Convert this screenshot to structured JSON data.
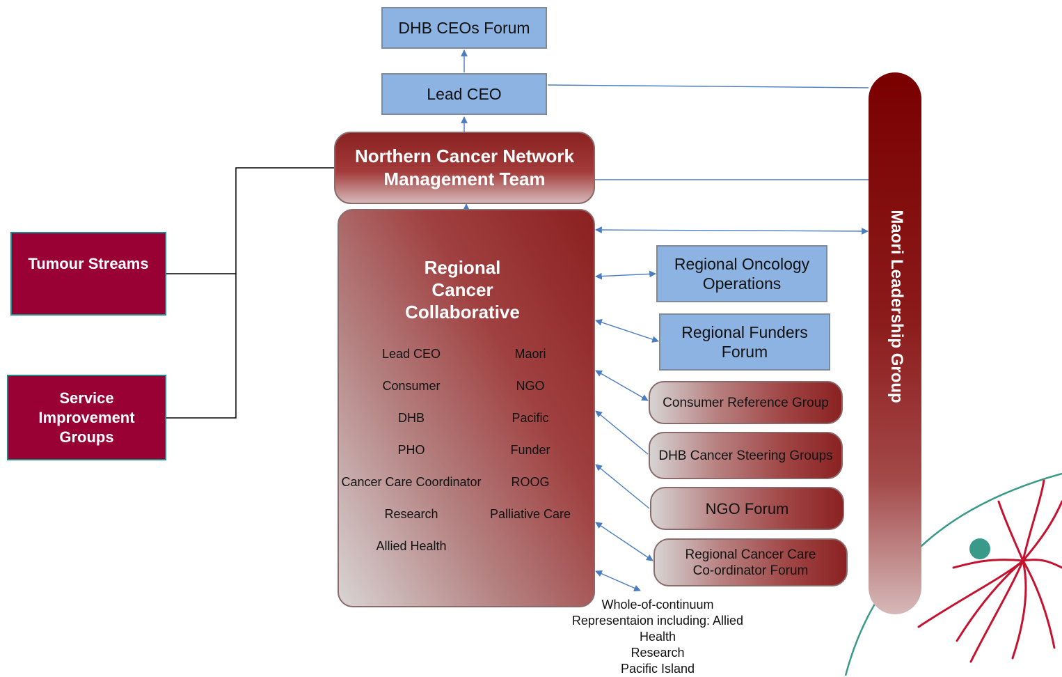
{
  "boxes": {
    "dhb_ceos_forum": "DHB CEOs Forum",
    "lead_ceo": "Lead CEO",
    "nmt_line1": "Northern Cancer Network",
    "nmt_line2": "Management Team",
    "tumour_streams": "Tumour Streams",
    "sig_line1": "Service",
    "sig_line2": "Improvement",
    "sig_line3": "Groups",
    "rco_line1": "Regional Oncology",
    "rco_line2": "Operations",
    "regional_funders_forum": "Regional Funders Forum",
    "consumer_reference_group": "Consumer Reference Group",
    "dhb_cancer_steering_groups": "DHB Cancer Steering Groups",
    "ngo_forum": "NGO Forum",
    "rccf_line1": "Regional Cancer Care",
    "rccf_line2": "Co-ordinator Forum",
    "maori_leadership_group": "Maori Leadership Group"
  },
  "collaborative": {
    "title_line1": "Regional",
    "title_line2": "Cancer",
    "title_line3": "Collaborative",
    "members_left": [
      "Lead CEO",
      "Consumer",
      "DHB",
      "PHO",
      "Cancer Care Coordinator",
      "Research",
      "Allied Health"
    ],
    "members_right": [
      "Maori",
      "NGO",
      "Pacific",
      "Funder",
      "ROOG",
      "Palliative Care"
    ]
  },
  "footnote": {
    "line1": "Whole-of-continuum",
    "line2": "Representaion including: Allied",
    "line3": "Health",
    "line4": "Research",
    "line5": "Pacific Island"
  },
  "colors": {
    "blue_box": "#8db3e2",
    "maroon_box": "#990033",
    "connector": "#4a7cc0",
    "logo_red": "#c4122f",
    "logo_teal": "#3a9a8a"
  }
}
